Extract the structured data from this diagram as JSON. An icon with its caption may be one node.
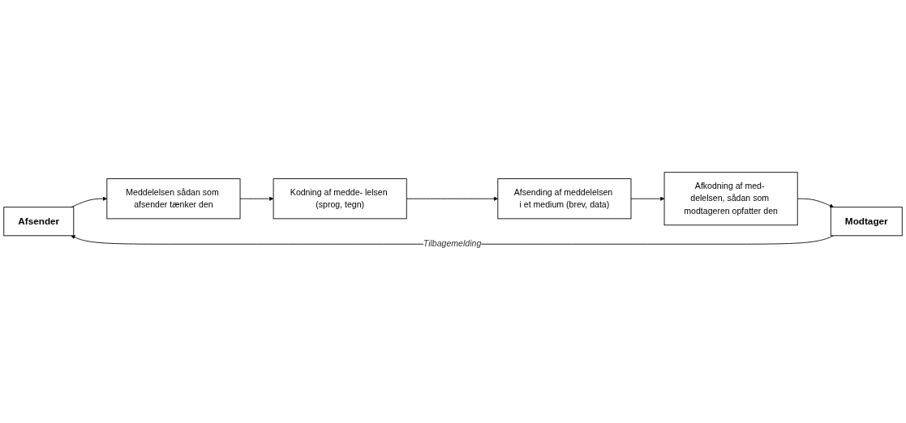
{
  "diagram": {
    "nodes": [
      {
        "text": [
          "Afsender"
        ]
      },
      {
        "text": [
          "Modtager"
        ]
      },
      {
        "text": [
          "Meddelelsen sådan som afsender tænker den"
        ]
      },
      {
        "text": [
          "Kodning af medde- lelsen (sprog, tegn)"
        ]
      },
      {
        "text": [
          "Afsending af meddelelsen i et medium (brev, data)"
        ]
      },
      {
        "text": [
          "Afkodning af med- delelsen, sådan som modtageren opfatter den"
        ]
      }
    ],
    "edges": [
      {
        "from": 1,
        "to": 0,
        "arrow": "to",
        "label": "Tilbagemelding"
      },
      {
        "from": 0,
        "to": 2,
        "arrow": "to"
      },
      {
        "from": 2,
        "to": 3,
        "arrow": "to"
      },
      {
        "from": 3,
        "to": 4,
        "arrow": "to"
      },
      {
        "from": 4,
        "to": 5,
        "arrow": "to"
      },
      {
        "from": 5,
        "to": 1,
        "arrow": "to"
      }
    ]
  }
}
